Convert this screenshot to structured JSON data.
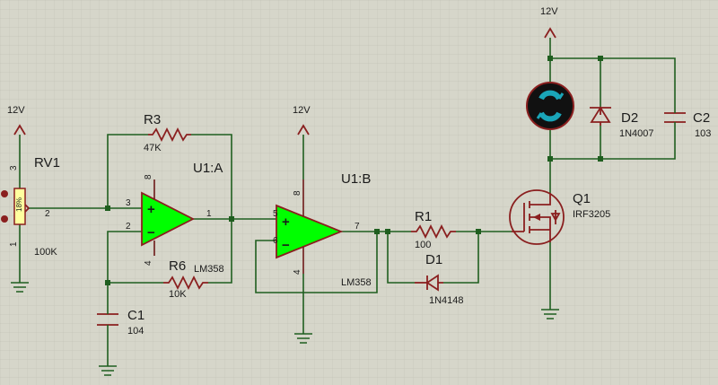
{
  "colors": {
    "background": "#d6d6ca",
    "grid": "#c4c4b8",
    "wire": "#1f5e1f",
    "component": "#8a1f1f",
    "opamp_fill": "#00ff00",
    "resistor_fill": "#ffff9f",
    "motor_fill": "#1aa5b8"
  },
  "components": {
    "rv1": {
      "ref": "RV1",
      "value": "100K",
      "supply": "12V",
      "percent": "18%",
      "pins": [
        "3",
        "2",
        "1"
      ]
    },
    "r3": {
      "ref": "R3",
      "value": "47K"
    },
    "r6": {
      "ref": "R6",
      "value": "10K"
    },
    "c1": {
      "ref": "C1",
      "value": "104"
    },
    "u1a": {
      "ref": "U1:A",
      "part": "LM358",
      "pins": [
        "8",
        "3",
        "2",
        "1",
        "4"
      ]
    },
    "u1b": {
      "ref": "U1:B",
      "part": "LM358",
      "supply": "12V",
      "pins": [
        "8",
        "5",
        "6",
        "7",
        "4"
      ]
    },
    "r1": {
      "ref": "R1",
      "value": "100"
    },
    "d1": {
      "ref": "D1",
      "value": "1N4148"
    },
    "q1": {
      "ref": "Q1",
      "value": "IRF3205"
    },
    "d2": {
      "ref": "D2",
      "value": "1N4007"
    },
    "c2": {
      "ref": "C2",
      "value": "103"
    },
    "motor": {
      "supply": "12V",
      "icon": "motor-icon"
    }
  },
  "symbols": {
    "plus": "+",
    "minus": "−"
  }
}
